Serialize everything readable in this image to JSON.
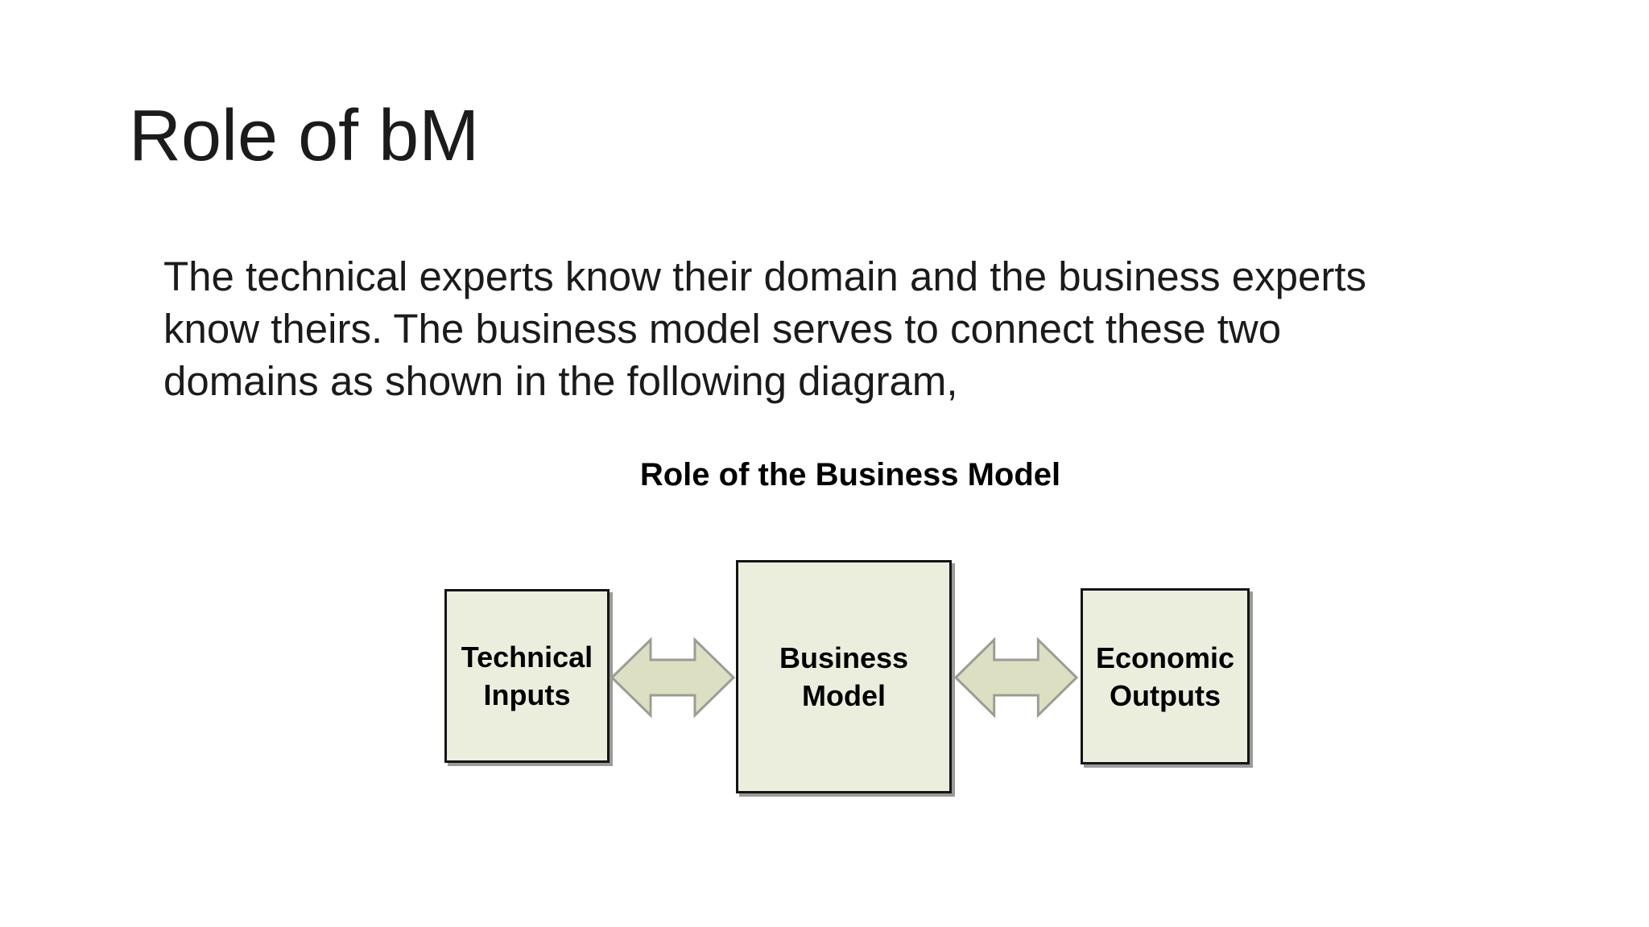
{
  "theme": {
    "background": "#ffffff",
    "text": "#1b1b1b",
    "box_fill": "#eceedd",
    "box_border": "#141414",
    "arrow_fill": "#dcdfc1",
    "arrow_stroke": "#9b9d94",
    "shadow": "#9a9a9a"
  },
  "slide": {
    "title": "Role of bM",
    "body_lines": [
      "The technical experts know their domain and the business experts",
      "know theirs. The business model serves to connect these two",
      "domains as shown in the following diagram,"
    ]
  },
  "diagram": {
    "title": "Role of the Business Model",
    "nodes": [
      {
        "id": "technical-inputs",
        "label_lines": [
          "Technical",
          "Inputs"
        ]
      },
      {
        "id": "business-model",
        "label_lines": [
          "Business",
          "Model"
        ]
      },
      {
        "id": "economic-outputs",
        "label_lines": [
          "Economic",
          "Outputs"
        ]
      }
    ],
    "connectors": [
      {
        "type": "double-headed-arrow",
        "between": [
          "Technical Inputs",
          "Business Model"
        ]
      },
      {
        "type": "double-headed-arrow",
        "between": [
          "Business Model",
          "Economic Outputs"
        ]
      }
    ]
  }
}
